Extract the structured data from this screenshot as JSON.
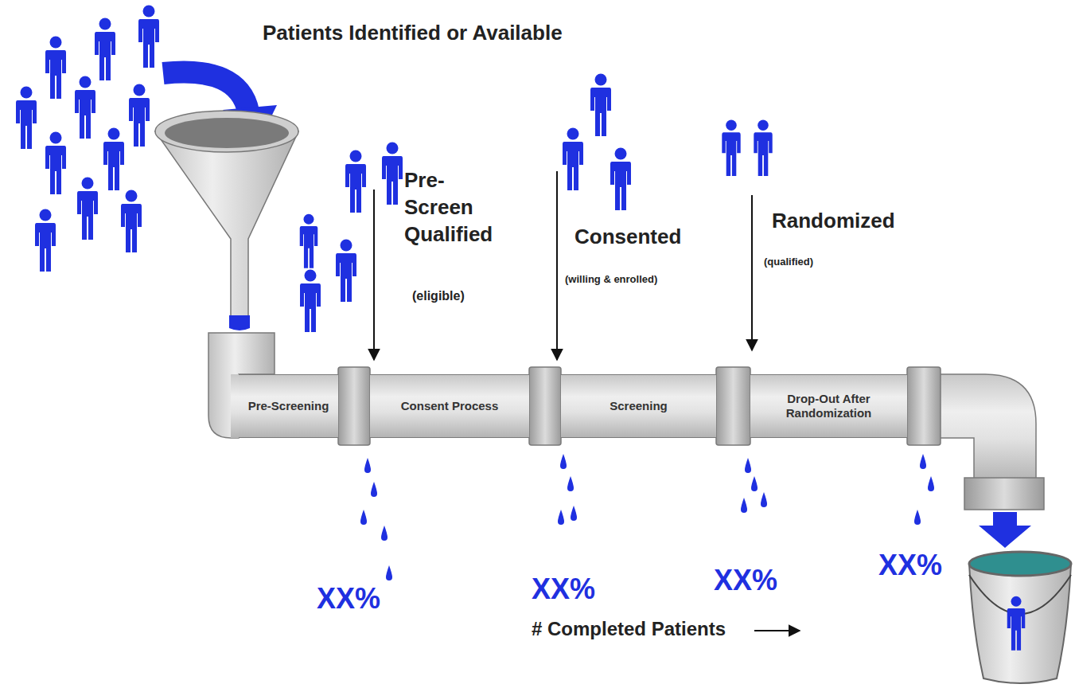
{
  "diagram": {
    "nodes": [
      {
        "text": [
          "Pre-Screening"
        ]
      },
      {
        "text": [
          "Consent Process"
        ]
      },
      {
        "text": [
          "Screening"
        ]
      },
      {
        "text": [
          "Drop-Out After Randomization"
        ]
      }
    ],
    "labels": [
      "Patients Identified or Available",
      "Pre-Screen Qualified",
      "(eligible)",
      "Consented",
      "(willing & enrolled)",
      "Randomized",
      "(qualified)",
      "XX%",
      "XX%",
      "XX%",
      "XX%",
      "# Completed Patients"
    ]
  }
}
